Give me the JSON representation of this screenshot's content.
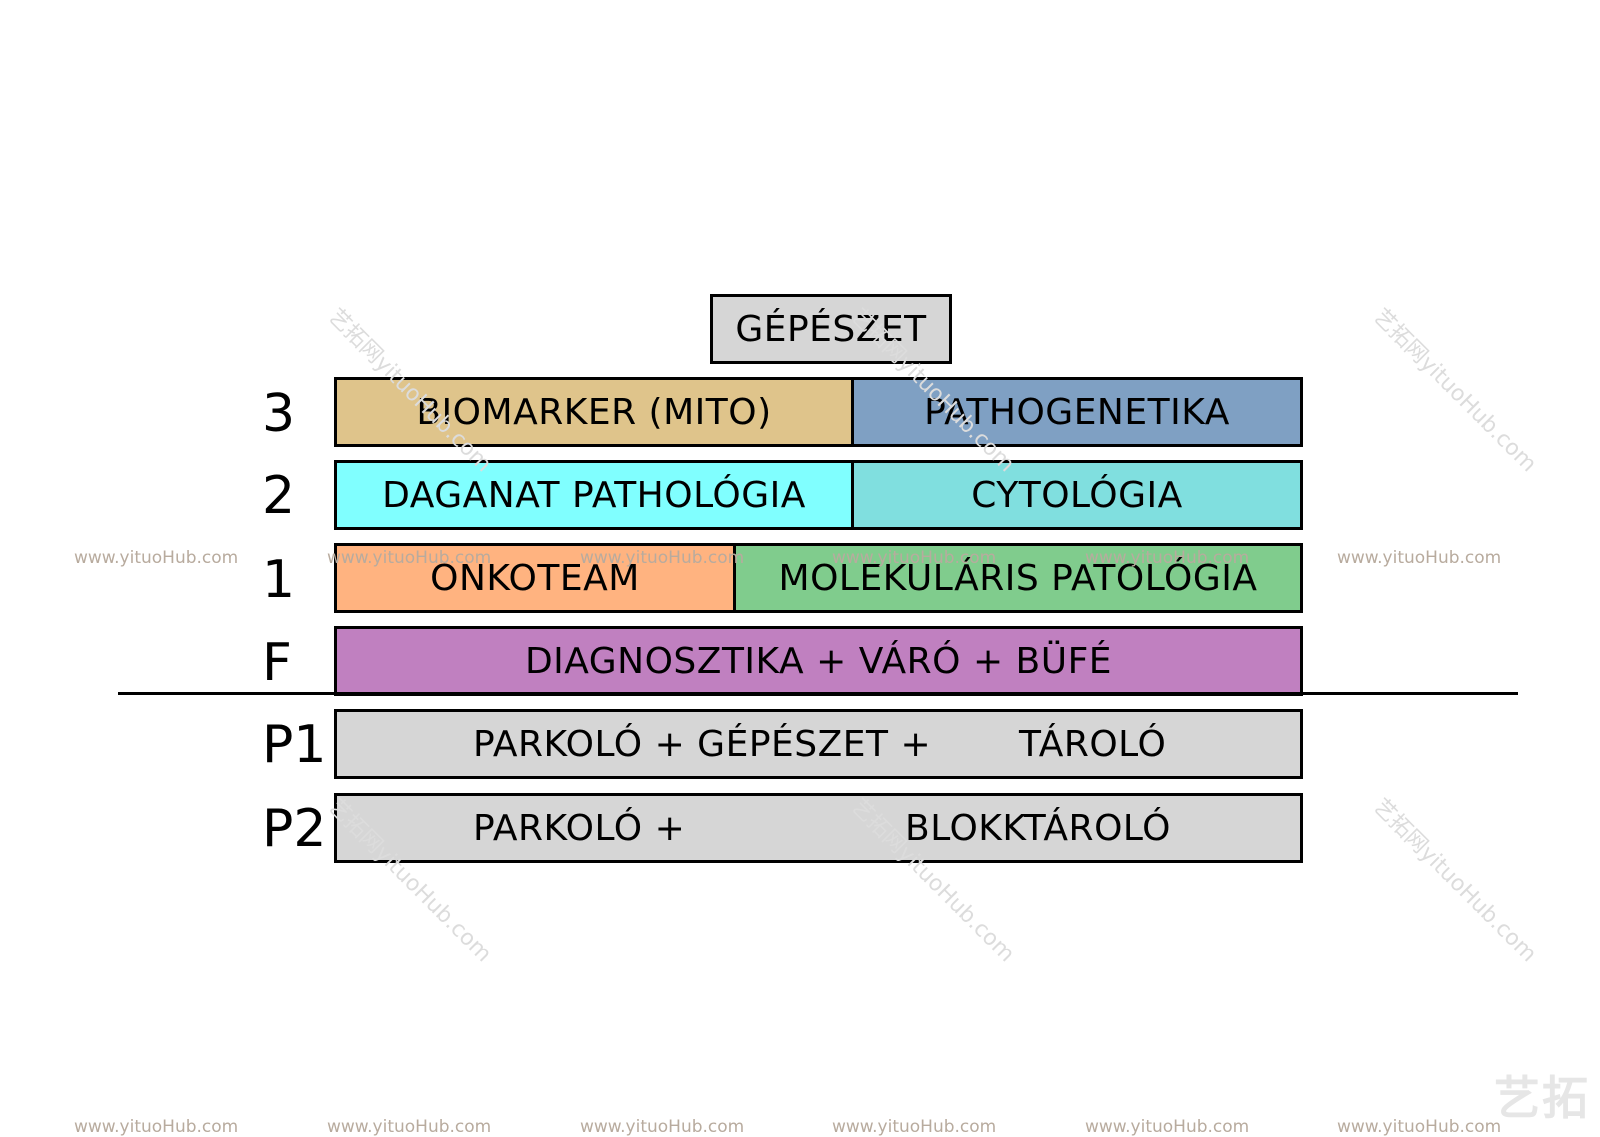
{
  "roof": {
    "label": "GÉPÉSZET",
    "color": "#d6d6d6"
  },
  "floors": [
    {
      "level": "3",
      "blocks": [
        {
          "label": "BIOMARKER (MITO)",
          "color": "#dfc48b"
        },
        {
          "label": "PATHOGENETIKA",
          "color": "#7fa0c3"
        }
      ]
    },
    {
      "level": "2",
      "blocks": [
        {
          "label": "DAGANAT PATHOLÓGIA",
          "color": "#80ffff"
        },
        {
          "label": "CYTOLÓGIA",
          "color": "#80dfdf"
        }
      ]
    },
    {
      "level": "1",
      "blocks": [
        {
          "label": "ONKOTEAM",
          "color": "#ffb380"
        },
        {
          "label": "MOLEKULÁRIS PATOLÓGIA",
          "color": "#80cc8d"
        }
      ]
    },
    {
      "level": "F",
      "blocks": [
        {
          "label": "DIAGNOSZTIKA + VÁRÓ + BÜFÉ",
          "color": "#c080c0"
        }
      ]
    },
    {
      "level": "P1",
      "blocks": [
        {
          "label_left": "PARKOLÓ + GÉPÉSZET +",
          "label_right": "TÁROLÓ",
          "color": "#d6d6d6"
        }
      ]
    },
    {
      "level": "P2",
      "blocks": [
        {
          "label_left": "PARKOLÓ +",
          "label_right": "BLOKKTÁROLÓ",
          "color": "#d6d6d6"
        }
      ]
    }
  ],
  "watermark": {
    "text": "www.yituoHub.com",
    "diagonal_text": "艺拓网yituoHub.com",
    "logo_text": "艺拓"
  }
}
